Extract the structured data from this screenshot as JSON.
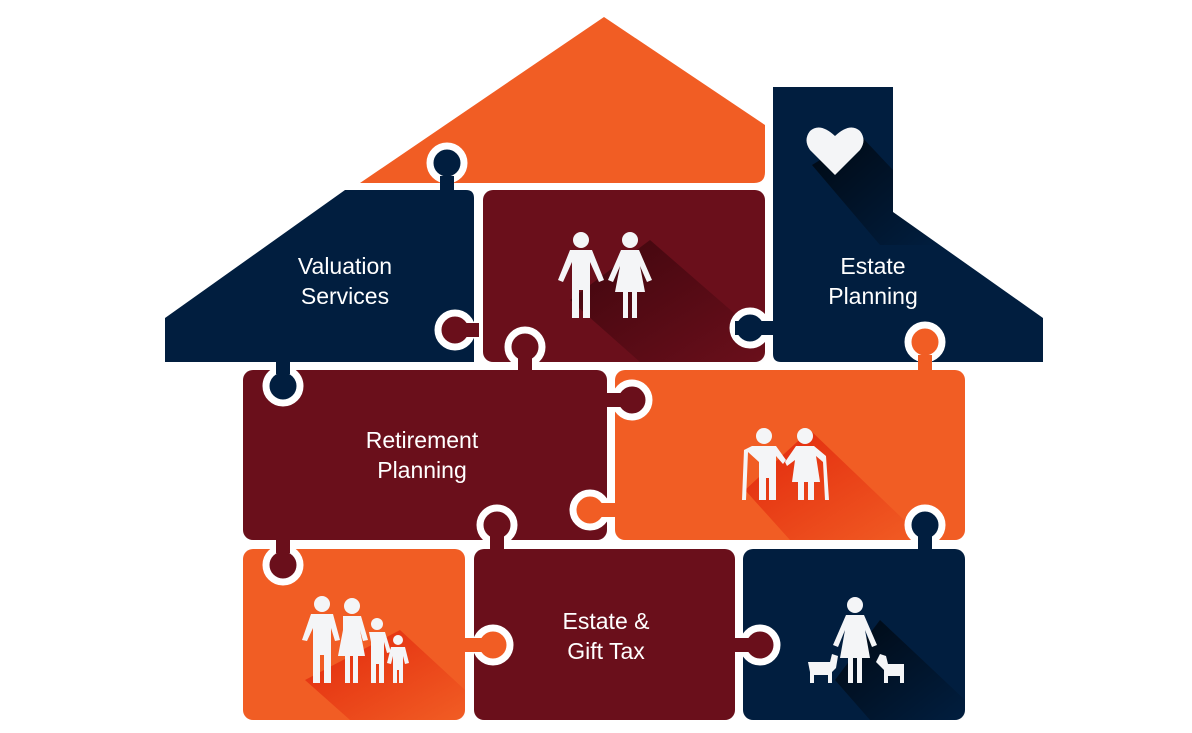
{
  "title": "Estate planning house puzzle",
  "colors": {
    "orange": "#f15d24",
    "navy": "#011e3f",
    "maroon": "#6a0f1b",
    "white": "#ffffff"
  },
  "pieces": {
    "valuation": {
      "line1": "Valuation",
      "line2": "Services"
    },
    "estate_planning": {
      "line1": "Estate",
      "line2": "Planning"
    },
    "retirement": {
      "line1": "Retirement",
      "line2": "Planning"
    },
    "estate_gift_tax": {
      "line1": "Estate &",
      "line2": "Gift Tax"
    }
  },
  "icons": [
    "heart-icon",
    "couple-icon",
    "elderly-couple-icon",
    "family-icon",
    "person-with-pets-icon"
  ]
}
